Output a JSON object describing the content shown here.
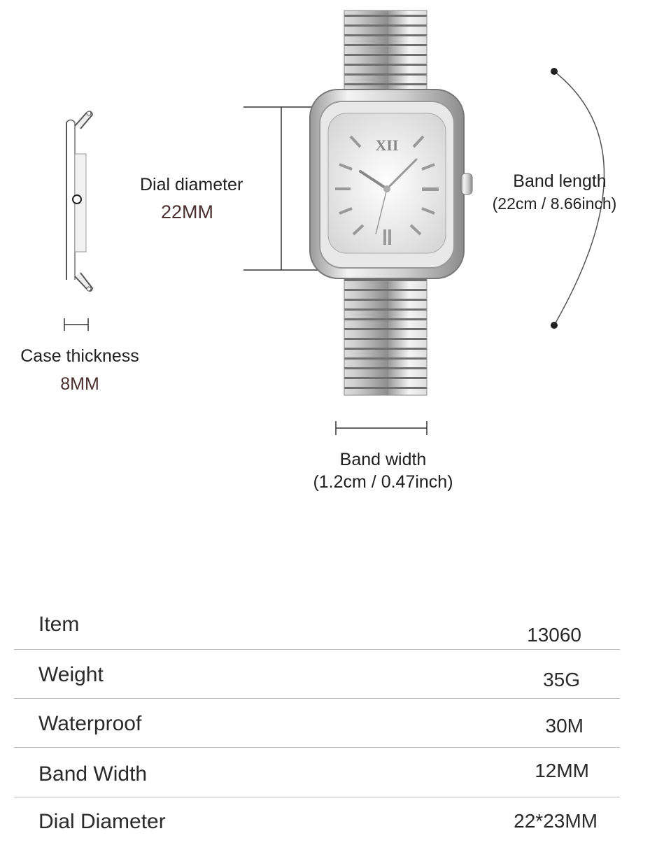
{
  "dimensions": {
    "dial_label": "Dial diameter",
    "dial_value": "22MM",
    "band_length_label": "Band length",
    "band_length_value": "(22cm / 8.66inch)",
    "case_label": "Case thickness",
    "case_value": "8MM",
    "band_width_label": "Band width",
    "band_width_value": "(1.2cm / 0.47inch)"
  },
  "specs": [
    {
      "name": "Item",
      "value": "13060"
    },
    {
      "name": "Weight",
      "value": "35G"
    },
    {
      "name": "Waterproof",
      "value": "30M"
    },
    {
      "name": "Band Width",
      "value": "12MM"
    },
    {
      "name": "Dial Diameter",
      "value": "22*23MM"
    }
  ],
  "colors": {
    "text": "#2a2a2a",
    "accent_value": "#4a3030",
    "divider": "#bdbdbd",
    "metal": "#c8c8c8"
  }
}
